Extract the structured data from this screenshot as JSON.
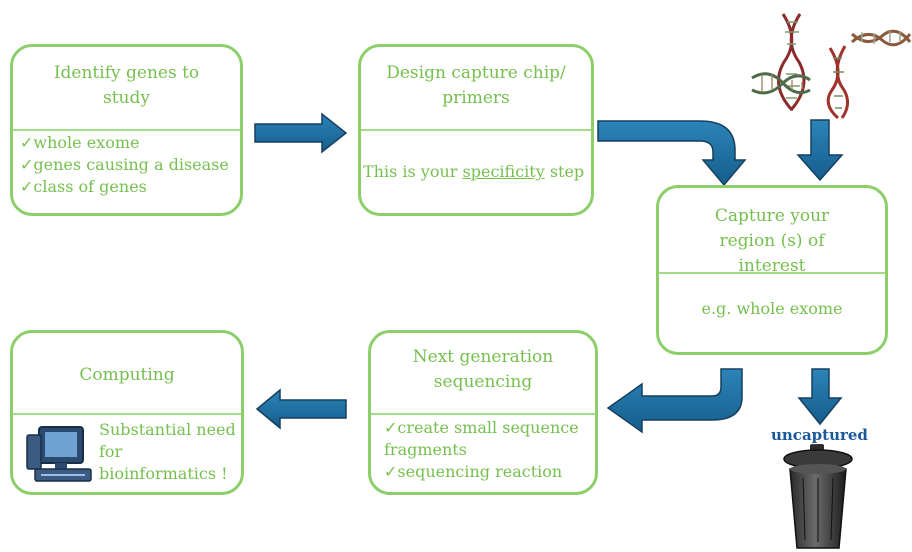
{
  "boxes": {
    "identify": {
      "title": "Identify genes to study",
      "items": [
        "whole exome",
        "genes causing a disease",
        "class of genes"
      ]
    },
    "design": {
      "title": "Design capture chip/ primers",
      "body_prefix": "This is your ",
      "body_emph": "specificity",
      "body_suffix": " step"
    },
    "capture": {
      "title": "Capture your region (s) of interest",
      "body": "e.g. whole exome"
    },
    "ngs": {
      "title": "Next generation sequencing",
      "items": [
        "create small sequence fragments",
        "sequencing reaction"
      ]
    },
    "computing": {
      "title": "Computing",
      "body": "Substantial need for bioinformatics !"
    }
  },
  "uncaptured_label": "uncaptured",
  "check_mark": "✓",
  "colors": {
    "box_border": "#8ccf6a",
    "text": "#76c04f",
    "arrow": "#1f6f9f",
    "arrow_outline": "#173f5f"
  },
  "icons": [
    "dna-helix-icon",
    "computer-icon",
    "trash-can-icon"
  ]
}
